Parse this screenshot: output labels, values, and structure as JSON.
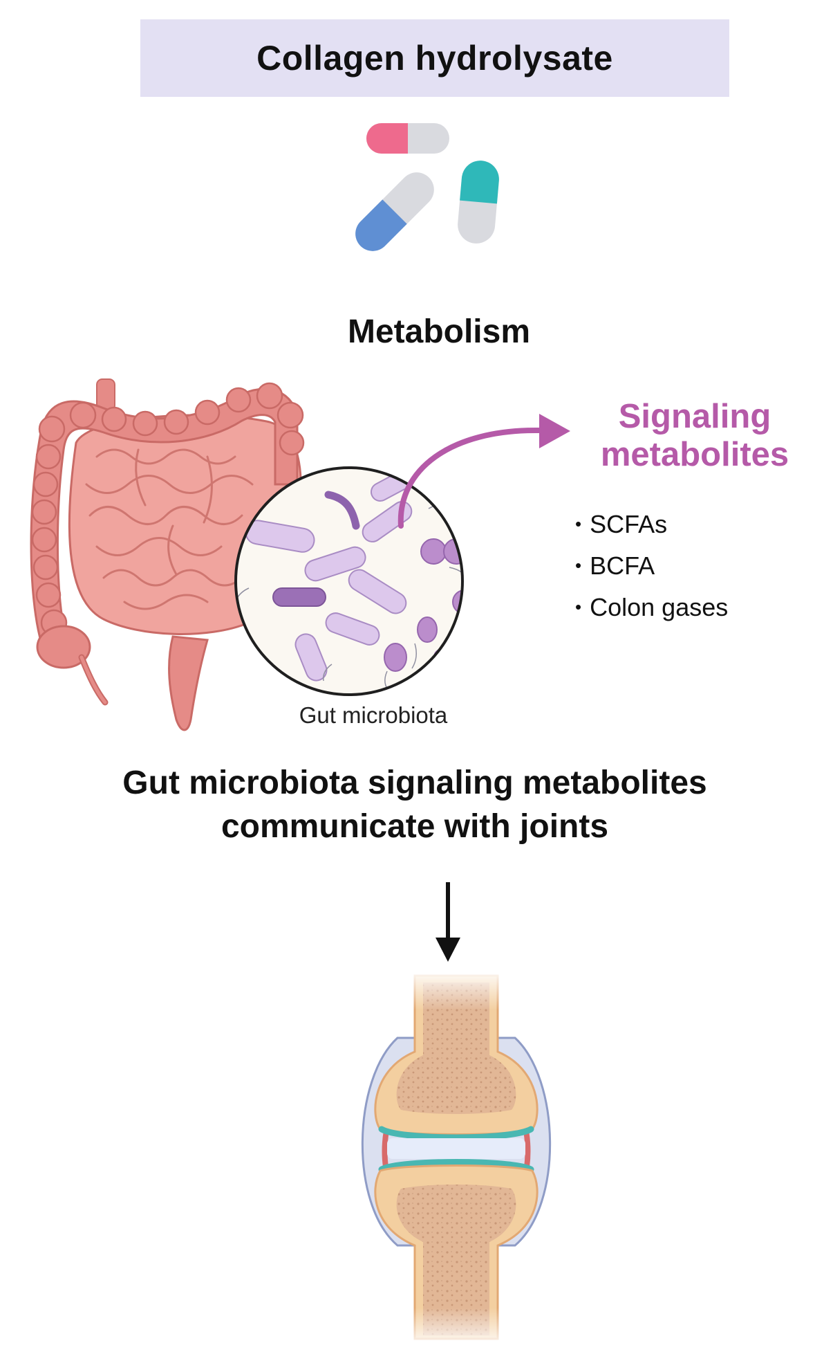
{
  "title": "Collagen hydrolysate",
  "metabolism_label": "Metabolism",
  "signaling": {
    "title_line1": "Signaling",
    "title_line2": "metabolites",
    "items": [
      "SCFAs",
      "BCFA",
      "Colon gases"
    ]
  },
  "gut_microbiota_label": "Gut microbiota",
  "caption_line1": "Gut microbiota signaling metabolites",
  "caption_line2": "communicate with joints",
  "colors": {
    "title_bg": "#e3e0f3",
    "signaling_accent": "#b55aa8",
    "intestine": "#e58b87",
    "bacteria": "#c9a8dd",
    "bone": "#e9b98c",
    "cartilage": "#49b7b2"
  }
}
